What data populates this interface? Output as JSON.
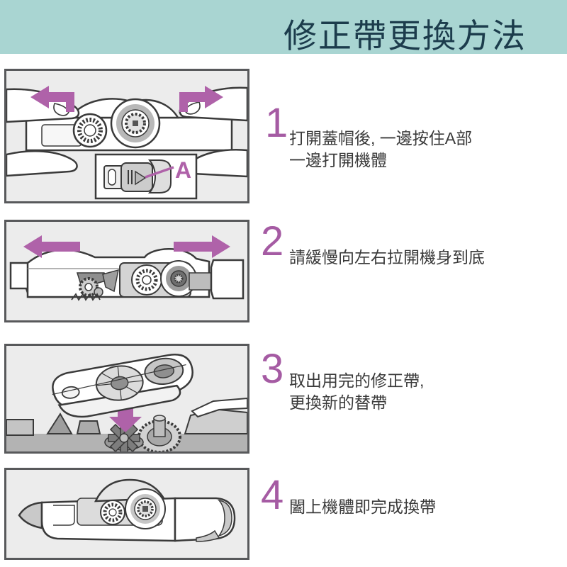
{
  "header": {
    "title": "修正帶更換方法"
  },
  "colors": {
    "header_bg": "#a9d5d2",
    "header_text": "#1c3c4c",
    "accent_purple": "#af62a9",
    "panel_bg": "#ececec",
    "panel_border": "#58595b",
    "body_text": "#3a3a3a"
  },
  "steps": [
    {
      "number": "1",
      "line1": "打開蓋帽後, 一邊按住A部",
      "line2": "一邊打開機體",
      "inset_label": "A"
    },
    {
      "number": "2",
      "line1": "請緩慢向左右拉開機身到底"
    },
    {
      "number": "3",
      "line1": "取出用完的修正帶,",
      "line2": "更換新的替帶"
    },
    {
      "number": "4",
      "line1": "闔上機體即完成換帶"
    }
  ]
}
